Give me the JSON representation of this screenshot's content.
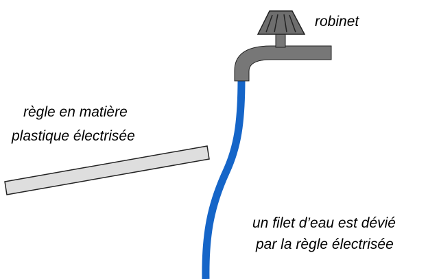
{
  "labels": {
    "faucet": "robinet",
    "ruler_line1": "règle en matière",
    "ruler_line2": "plastique électrisée",
    "water_line1": "un filet d’eau est dévié",
    "water_line2": "par la règle électrisée"
  },
  "colors": {
    "faucet_body": "#777777",
    "faucet_outline": "#222222",
    "water": "#1565c8",
    "ruler_fill": "#dedede",
    "ruler_stroke": "#222222",
    "text": "#000000"
  },
  "icons": {
    "faucet": "faucet-icon"
  }
}
